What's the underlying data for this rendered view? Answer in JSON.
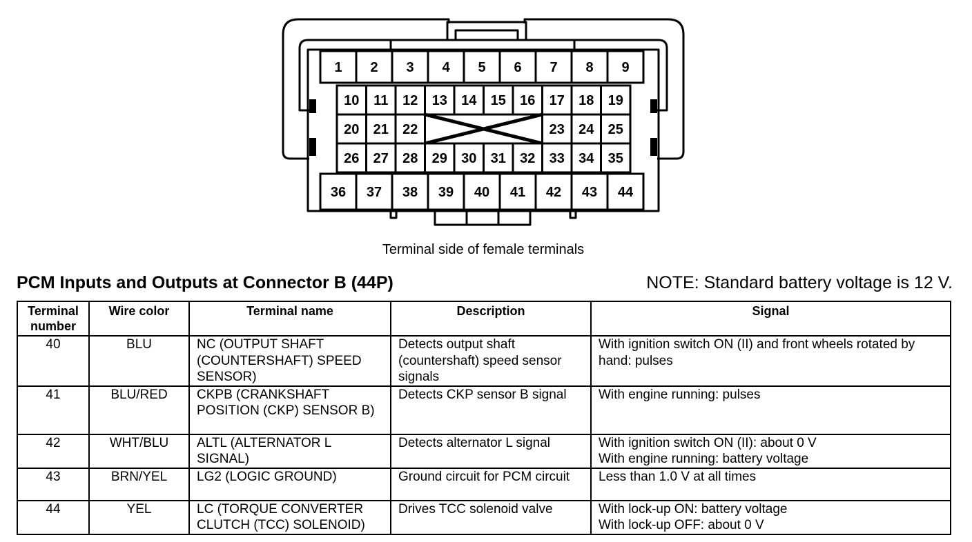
{
  "connector": {
    "caption": "Terminal side of female terminals",
    "rows": [
      [
        "1",
        "2",
        "3",
        "4",
        "5",
        "6",
        "7",
        "8",
        "9"
      ],
      [
        "10",
        "11",
        "12",
        "13",
        "14",
        "15",
        "16",
        "17",
        "18",
        "19"
      ],
      [
        "20",
        "21",
        "22",
        "23",
        "24",
        "25"
      ],
      [
        "26",
        "27",
        "28",
        "29",
        "30",
        "31",
        "32",
        "33",
        "34",
        "35"
      ],
      [
        "36",
        "37",
        "38",
        "39",
        "40",
        "41",
        "42",
        "43",
        "44"
      ]
    ]
  },
  "header": {
    "title": "PCM Inputs and Outputs at Connector B (44P)",
    "note": "NOTE: Standard battery voltage is 12 V."
  },
  "table": {
    "columns": {
      "terminal_number": "Terminal number",
      "wire_color": "Wire color",
      "terminal_name": "Terminal name",
      "description": "Description",
      "signal": "Signal"
    },
    "rows": [
      {
        "terminal": "40",
        "wire": "BLU",
        "name": "NC (OUTPUT SHAFT (COUNTERSHAFT) SPEED SENSOR)",
        "description": "Detects output shaft (countershaft) speed sensor signals",
        "signal": [
          "With ignition switch ON (II) and front wheels rotated by hand: pulses"
        ]
      },
      {
        "terminal": "41",
        "wire": "BLU/RED",
        "name": "CKPB (CRANKSHAFT POSITION (CKP) SENSOR B)",
        "description": "Detects CKP sensor B signal",
        "signal": [
          "With engine running: pulses"
        ]
      },
      {
        "terminal": "42",
        "wire": "WHT/BLU",
        "name": "ALTL (ALTERNATOR L SIGNAL)",
        "description": "Detects alternator L signal",
        "signal": [
          "With ignition switch ON (II): about 0 V",
          "With engine running: battery voltage"
        ]
      },
      {
        "terminal": "43",
        "wire": "BRN/YEL",
        "name": "LG2 (LOGIC GROUND)",
        "description": "Ground circuit for PCM circuit",
        "signal": [
          "Less than 1.0 V at all times"
        ]
      },
      {
        "terminal": "44",
        "wire": "YEL",
        "name": "LC (TORQUE CONVERTER CLUTCH (TCC) SOLENOID)",
        "description": "Drives TCC solenoid valve",
        "signal": [
          "With lock-up ON: battery voltage",
          "With lock-up OFF: about 0 V"
        ]
      }
    ]
  }
}
